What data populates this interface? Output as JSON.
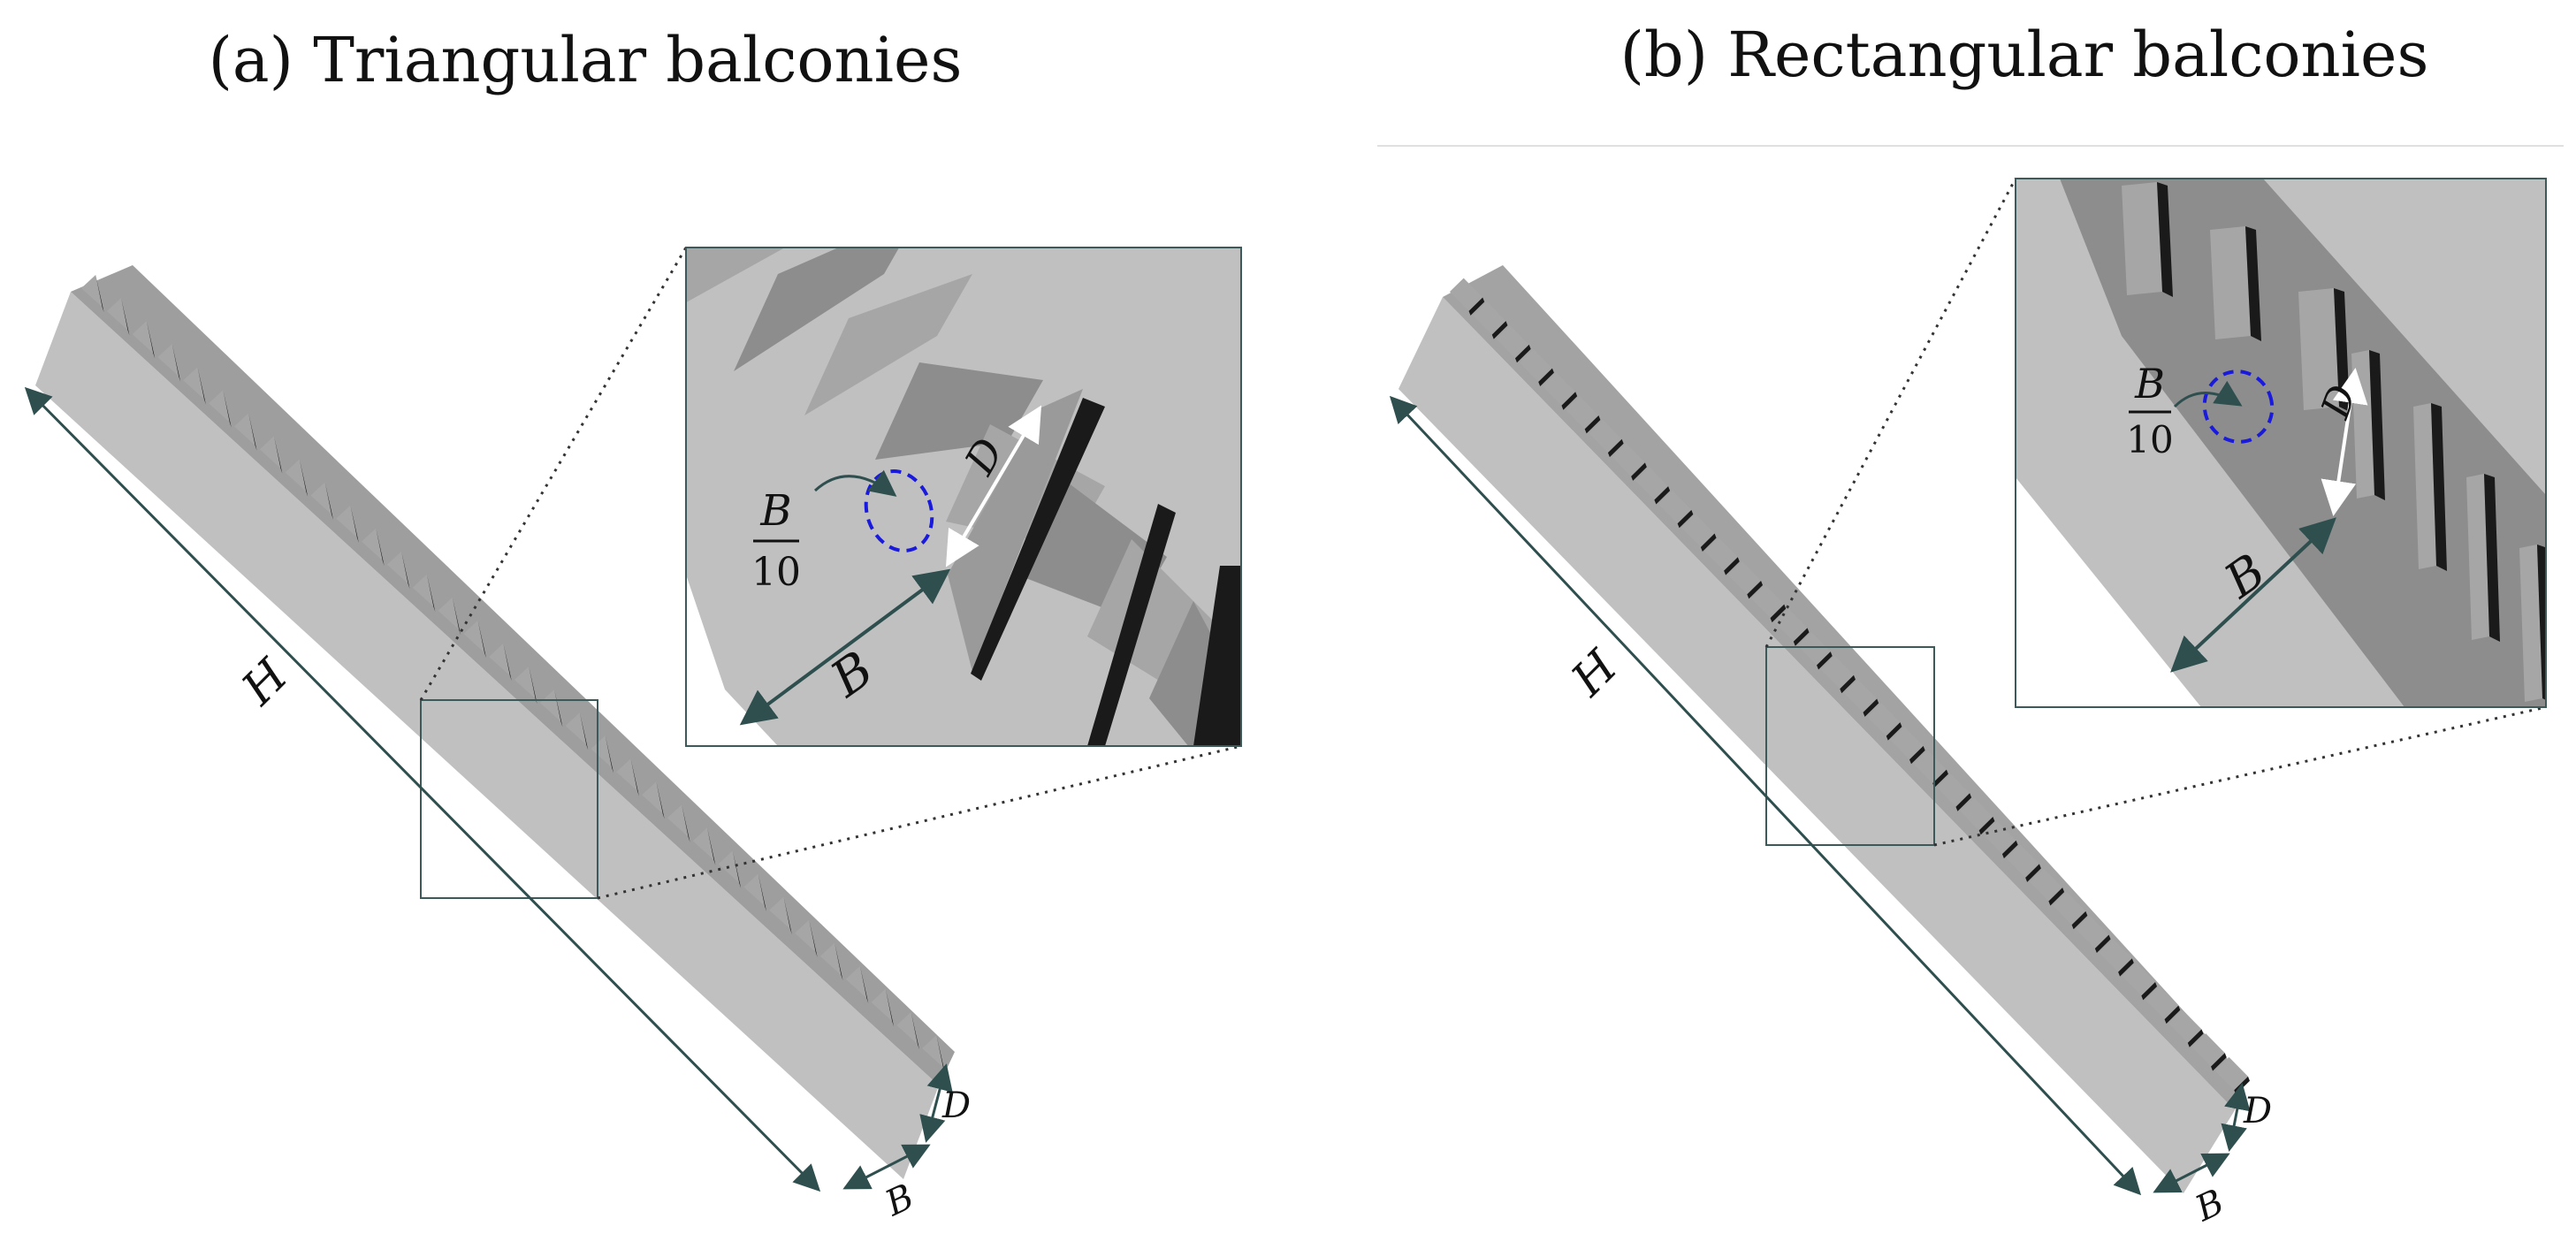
{
  "panels": [
    {
      "id": "a",
      "title": "(a) Triangular balconies",
      "balcony_shape": "triangular",
      "labels": {
        "height": "H",
        "width": "B",
        "depth": "D",
        "frac_num": "B",
        "frac_den": "10"
      }
    },
    {
      "id": "b",
      "title": "(b) Rectangular balconies",
      "balcony_shape": "rectangular",
      "labels": {
        "height": "H",
        "width": "B",
        "depth": "D",
        "frac_num": "B",
        "frac_den": "10"
      }
    }
  ],
  "colors": {
    "wall_light": "#c0c0c0",
    "balcony_top": "#a6a6a6",
    "balcony_mid": "#8d8d8d",
    "balcony_dark": "#1a1a1a",
    "dimension_arrow": "#2f4f4f",
    "highlight_ellipse": "#1a1adc",
    "inset_border": "#3d5a5a"
  }
}
